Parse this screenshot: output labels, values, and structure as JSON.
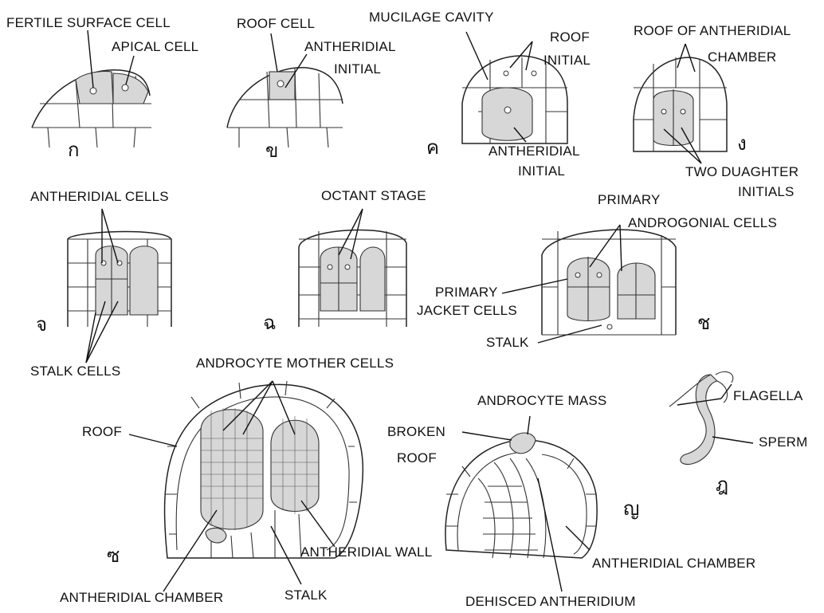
{
  "panels": {
    "a": {
      "letter": "ก",
      "labels": {
        "fertile_surface_cell": "FERTILE SURFACE CELL",
        "apical_cell": "APICAL CELL"
      }
    },
    "b": {
      "letter": "ข",
      "labels": {
        "roof_cell": "ROOF CELL",
        "antheridial_initial_1": "ANTHERIDIAL",
        "antheridial_initial_2": "INITIAL"
      }
    },
    "c": {
      "letter": "ค",
      "labels": {
        "mucilage_cavity": "MUCILAGE CAVITY",
        "roof_initial_1": "ROOF",
        "roof_initial_2": "INITIAL",
        "antheridial_initial_1": "ANTHERIDIAL",
        "antheridial_initial_2": "INITIAL"
      }
    },
    "d": {
      "letter": "ง",
      "labels": {
        "roof_chamber_1": "ROOF OF ANTHERIDIAL",
        "roof_chamber_2": "CHAMBER",
        "two_daughter_1": "TWO DUAGHTER",
        "two_daughter_2": "INITIALS"
      }
    },
    "e": {
      "letter": "จ",
      "labels": {
        "antheridial_cells": "ANTHERIDIAL CELLS",
        "stalk_cells": "STALK CELLS"
      }
    },
    "f": {
      "letter": "ฉ",
      "labels": {
        "octant_stage": "OCTANT STAGE"
      }
    },
    "g": {
      "letter": "ช",
      "labels": {
        "primary_1": "PRIMARY",
        "primary_2": "ANDROGONIAL CELLS",
        "jacket_1": "PRIMARY",
        "jacket_2": "JACKET CELLS",
        "stalk": "STALK"
      }
    },
    "h": {
      "letter": "ซ",
      "labels": {
        "androcyte_mother_cells": "ANDROCYTE MOTHER CELLS",
        "roof": "ROOF",
        "antheridial_wall": "ANTHERIDIAL WALL",
        "antheridial_chamber": "ANTHERIDIAL CHAMBER",
        "stalk": "STALK"
      }
    },
    "i": {
      "letter": "ญ",
      "labels": {
        "androcyte_mass": "ANDROCYTE MASS",
        "broken": "BROKEN",
        "roof": "ROOF",
        "antheridial_chamber": "ANTHERIDIAL CHAMBER",
        "dehisced": "DEHISCED ANTHERIDIUM"
      }
    },
    "j": {
      "letter": "ฎ",
      "labels": {
        "flagella": "FLAGELLA",
        "sperm": "SPERM"
      }
    }
  }
}
